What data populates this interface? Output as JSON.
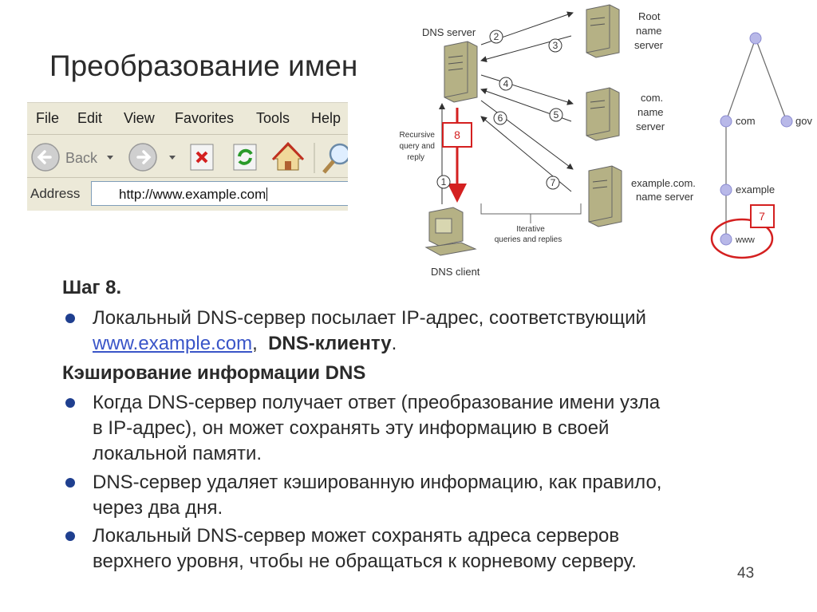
{
  "slide": {
    "title": "Преобразование имен",
    "page_number": "43"
  },
  "browser": {
    "menu": [
      "File",
      "Edit",
      "View",
      "Favorites",
      "Tools",
      "Help"
    ],
    "back_label": "Back",
    "address_label": "Address",
    "address_value": "http://www.example.com"
  },
  "diagram": {
    "dns_server": "DNS server",
    "root_server": [
      "Root",
      "name",
      "server"
    ],
    "com_server": [
      "com.",
      "name",
      "server"
    ],
    "example_server": [
      "example.com.",
      "name server"
    ],
    "dns_client": "DNS client",
    "recursive": [
      "Recursive",
      "query and",
      "reply"
    ],
    "iterative": [
      "Iterative",
      "queries and replies"
    ],
    "steps": [
      "1",
      "2",
      "3",
      "4",
      "5",
      "6",
      "7"
    ],
    "step_box_8": "8",
    "tree": {
      "com": "com",
      "gov": "gov",
      "example": "example",
      "www": "www",
      "box_7": "7"
    }
  },
  "content": {
    "step_heading": "Шаг 8.",
    "bullet1_line1": "Локальный DNS-сервер посылает IP-адрес, соответствующий",
    "bullet1_link": "www.example.com",
    "bullet1_sep": ",",
    "bullet1_bold": "DNS-клиенту",
    "bullet1_end": ".",
    "caching_heading": "Кэширование информации DNS",
    "bullet2_line1": "Когда DNS-сервер получает ответ (преобразование имени узла",
    "bullet2_line2": "в IP-адрес), он может сохранять эту информацию в своей",
    "bullet2_line3": "локальной памяти.",
    "bullet3_line1": "DNS-сервер удаляет кэшированную информацию, как правило,",
    "bullet3_line2": "через два дня.",
    "bullet4_line1": "Локальный DNS-сервер может сохранять адреса серверов",
    "bullet4_line2": "верхнего уровня, чтобы не обращаться к корневому серверу."
  },
  "colors": {
    "accent_red": "#d42020",
    "bullet_blue": "#1f3f8f",
    "link_blue": "#3a55c8",
    "tree_node": "#b8b8e8",
    "server": "#b5b185"
  }
}
